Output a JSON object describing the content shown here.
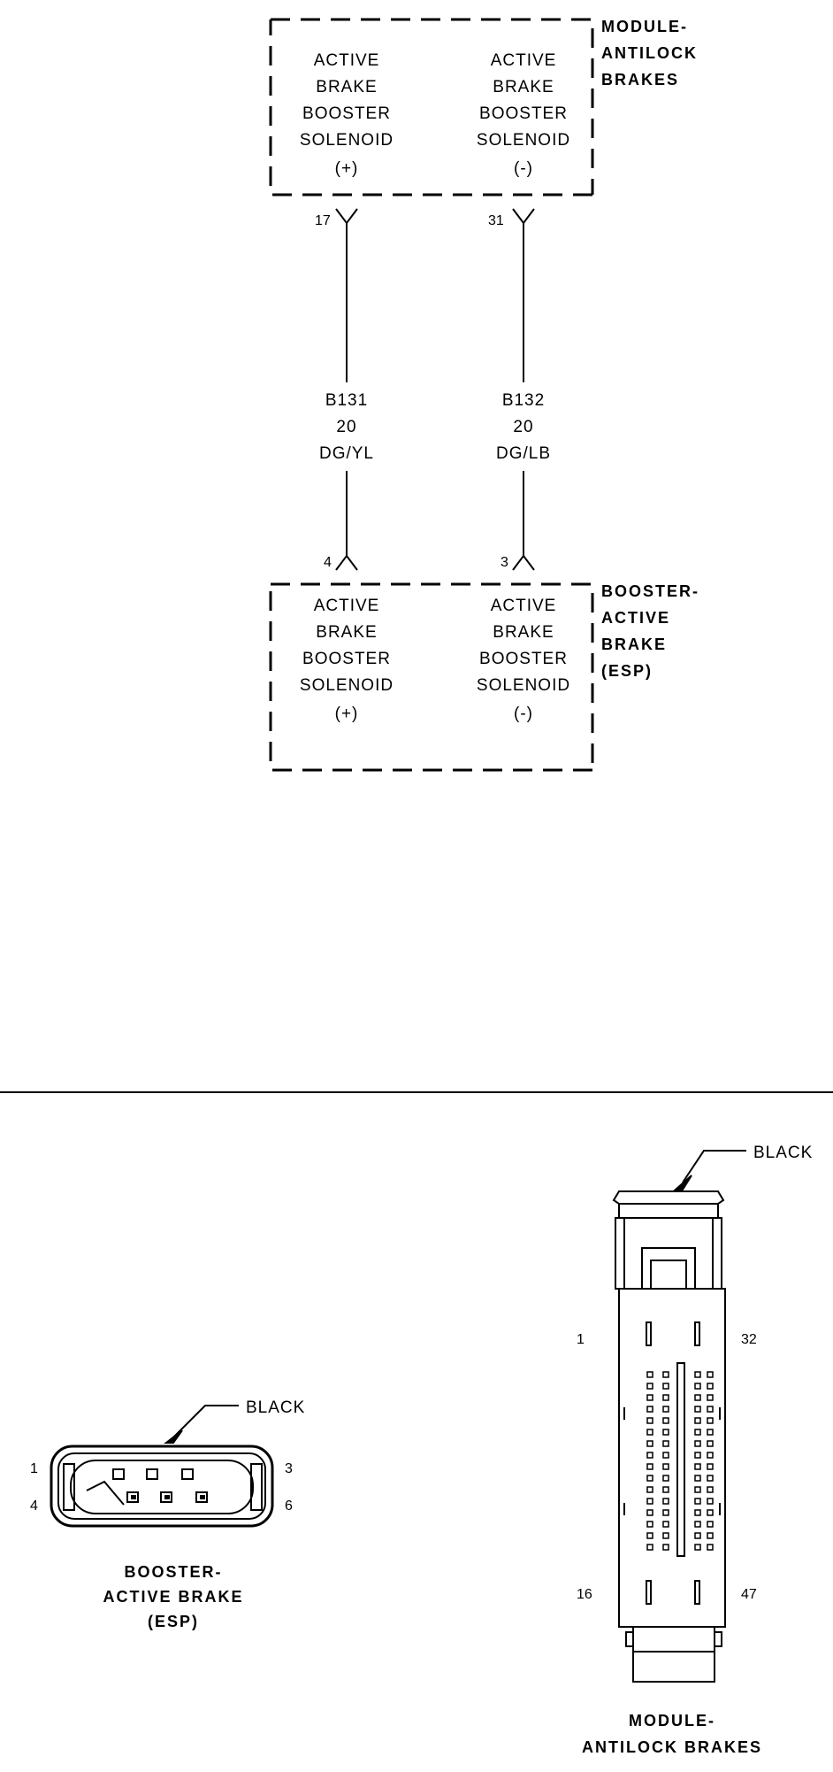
{
  "module_top": {
    "title_lines": [
      "MODULE-",
      "ANTILOCK",
      "BRAKES"
    ],
    "left_circuit": [
      "ACTIVE",
      "BRAKE",
      "BOOSTER",
      "SOLENOID",
      "(+)"
    ],
    "right_circuit": [
      "ACTIVE",
      "BRAKE",
      "BOOSTER",
      "SOLENOID",
      "(-)"
    ],
    "left_pin": "17",
    "right_pin": "31"
  },
  "wires": [
    {
      "lines": [
        "B131",
        "20",
        "DG/YL"
      ]
    },
    {
      "lines": [
        "B132",
        "20",
        "DG/LB"
      ]
    }
  ],
  "module_bottom": {
    "title_lines": [
      "BOOSTER-",
      "ACTIVE",
      "BRAKE",
      "(ESP)"
    ],
    "left_circuit": [
      "ACTIVE",
      "BRAKE",
      "BOOSTER",
      "SOLENOID",
      "(+)"
    ],
    "right_circuit": [
      "ACTIVE",
      "BRAKE",
      "BOOSTER",
      "SOLENOID",
      "(-)"
    ],
    "left_pin": "4",
    "right_pin": "3"
  },
  "connector_booster": {
    "color_label": "BLACK",
    "pins": {
      "top_left": "1",
      "top_right": "3",
      "bottom_left": "4",
      "bottom_right": "6"
    },
    "caption_lines": [
      "BOOSTER-",
      "ACTIVE BRAKE",
      "(ESP)"
    ]
  },
  "connector_abs": {
    "color_label": "BLACK",
    "pins": {
      "top_left": "1",
      "top_right": "32",
      "bottom_left": "16",
      "bottom_right": "47"
    },
    "caption_lines": [
      "MODULE-",
      "ANTILOCK BRAKES"
    ]
  }
}
